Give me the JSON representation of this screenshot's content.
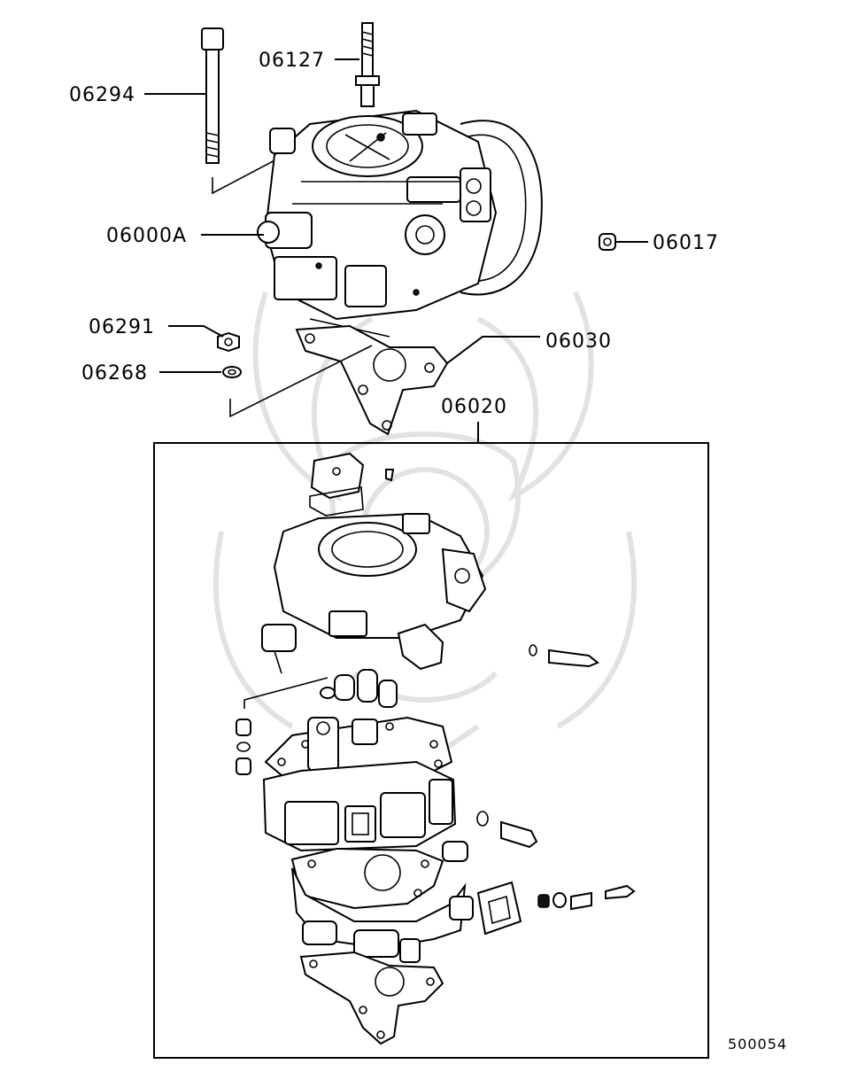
{
  "diagram": {
    "part_labels": {
      "p06127": "06127",
      "p06294": "06294",
      "p06000A": "06000A",
      "p06017": "06017",
      "p06291": "06291",
      "p06268": "06268",
      "p06030": "06030",
      "p06020": "06020"
    },
    "figure_code": "500054",
    "colors": {
      "line": "#000000",
      "background": "#ffffff",
      "watermark": "#e2e2e2"
    }
  }
}
